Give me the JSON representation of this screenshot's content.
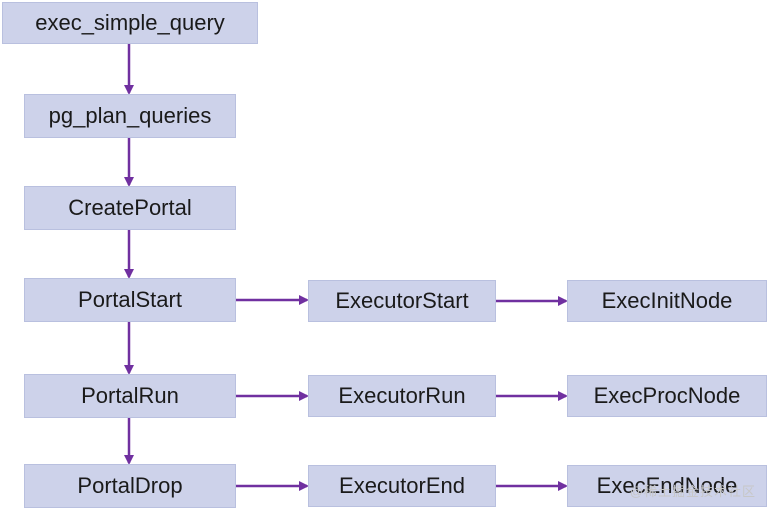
{
  "colors": {
    "node_fill": "#cdd2ea",
    "node_border": "#b9c0df",
    "arrow": "#7030a0"
  },
  "nodes": {
    "exec_simple_query": "exec_simple_query",
    "pg_plan_queries": "pg_plan_queries",
    "CreatePortal": "CreatePortal",
    "PortalStart": "PortalStart",
    "PortalRun": "PortalRun",
    "PortalDrop": "PortalDrop",
    "ExecutorStart": "ExecutorStart",
    "ExecutorRun": "ExecutorRun",
    "ExecutorEnd": "ExecutorEnd",
    "ExecInitNode": "ExecInitNode",
    "ExecProcNode": "ExecProcNode",
    "ExecEndNode": "ExecEndNode"
  },
  "edges": [
    [
      "exec_simple_query",
      "pg_plan_queries"
    ],
    [
      "pg_plan_queries",
      "CreatePortal"
    ],
    [
      "CreatePortal",
      "PortalStart"
    ],
    [
      "PortalStart",
      "PortalRun"
    ],
    [
      "PortalRun",
      "PortalDrop"
    ],
    [
      "PortalStart",
      "ExecutorStart"
    ],
    [
      "ExecutorStart",
      "ExecInitNode"
    ],
    [
      "PortalRun",
      "ExecutorRun"
    ],
    [
      "ExecutorRun",
      "ExecProcNode"
    ],
    [
      "PortalDrop",
      "ExecutorEnd"
    ],
    [
      "ExecutorEnd",
      "ExecEndNode"
    ]
  ],
  "watermark": "@稀土掘金技术社区"
}
